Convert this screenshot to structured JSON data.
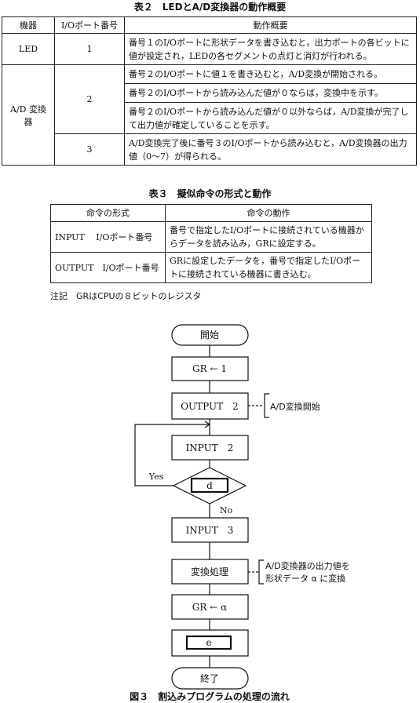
{
  "table2": {
    "caption": "表２　LEDとA/D変換器の動作概要",
    "headers": [
      "機器",
      "I/Oポート番号",
      "動作概要"
    ],
    "led": {
      "device": "LED",
      "port": "1",
      "desc": "番号１のI/Oポートに形状データを書き込むと，出力ポートの各ビットに値が設定され，LEDの各セグメントの点灯と消灯が行われる。"
    },
    "ad": {
      "device": "A/D 変換器",
      "port2": "2",
      "desc2a": "番号２のI/Oポートに値１を書き込むと，A/D変換が開始される。",
      "desc2b": "番号２のI/Oポートから読み込んだ値が０ならば，変換中を示す。",
      "desc2c": "番号２のI/Oポートから読み込んだ値が０以外ならば，A/D変換が完了して出力値が確定していることを示す。",
      "port3": "3",
      "desc3": "A/D変換完了後に番号３のI/Oポートから読み込むと，A/D変換器の出力値（0〜7）が得られる。"
    }
  },
  "table3": {
    "caption": "表３　擬似命令の形式と動作",
    "headers": [
      "命令の形式",
      "命令の動作"
    ],
    "rows": [
      {
        "format": "INPUT　 I/Oポート番号",
        "action": "番号で指定したI/Oポートに接続されている機器からデータを読み込み，GRに設定する。"
      },
      {
        "format": "OUTPUT　I/Oポート番号",
        "action": "GRに設定したデータを，番号で指定したI/Oポートに接続されている機器に書き込む。"
      }
    ],
    "note": "注記　GRはCPUの８ビットのレジスタ"
  },
  "flowchart": {
    "start": "開始",
    "step1": "GR ← 1",
    "step2": "OUTPUT　2",
    "comment1": "A/D変換開始",
    "step3": "INPUT　2",
    "decision": "d",
    "yes": "Yes",
    "no": "No",
    "step4": "INPUT　3",
    "step5": "変換処理",
    "comment2a": "A/D変換器の出力値を",
    "comment2b": "形状データ α に変換",
    "step6": "GR ← α",
    "blank": "e",
    "end": "終了",
    "caption": "図３　割込みプログラムの処理の流れ"
  }
}
